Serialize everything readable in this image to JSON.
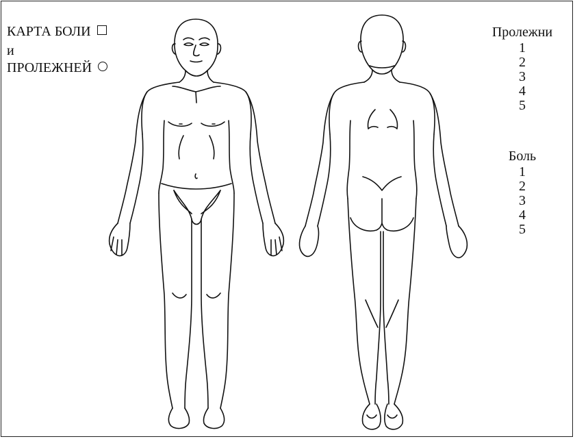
{
  "title": {
    "line1": "КАРТА БОЛИ",
    "line2": "и",
    "line3": "ПРОЛЕЖНЕЙ",
    "line1_marker": "square",
    "line3_marker": "circle"
  },
  "legend": {
    "pressure": {
      "heading": "Пролежни",
      "levels": [
        "1",
        "2",
        "3",
        "4",
        "5"
      ]
    },
    "pain": {
      "heading": "Боль",
      "levels": [
        "1",
        "2",
        "3",
        "4",
        "5"
      ]
    }
  },
  "figures": [
    "front-body-outline",
    "back-body-outline"
  ]
}
